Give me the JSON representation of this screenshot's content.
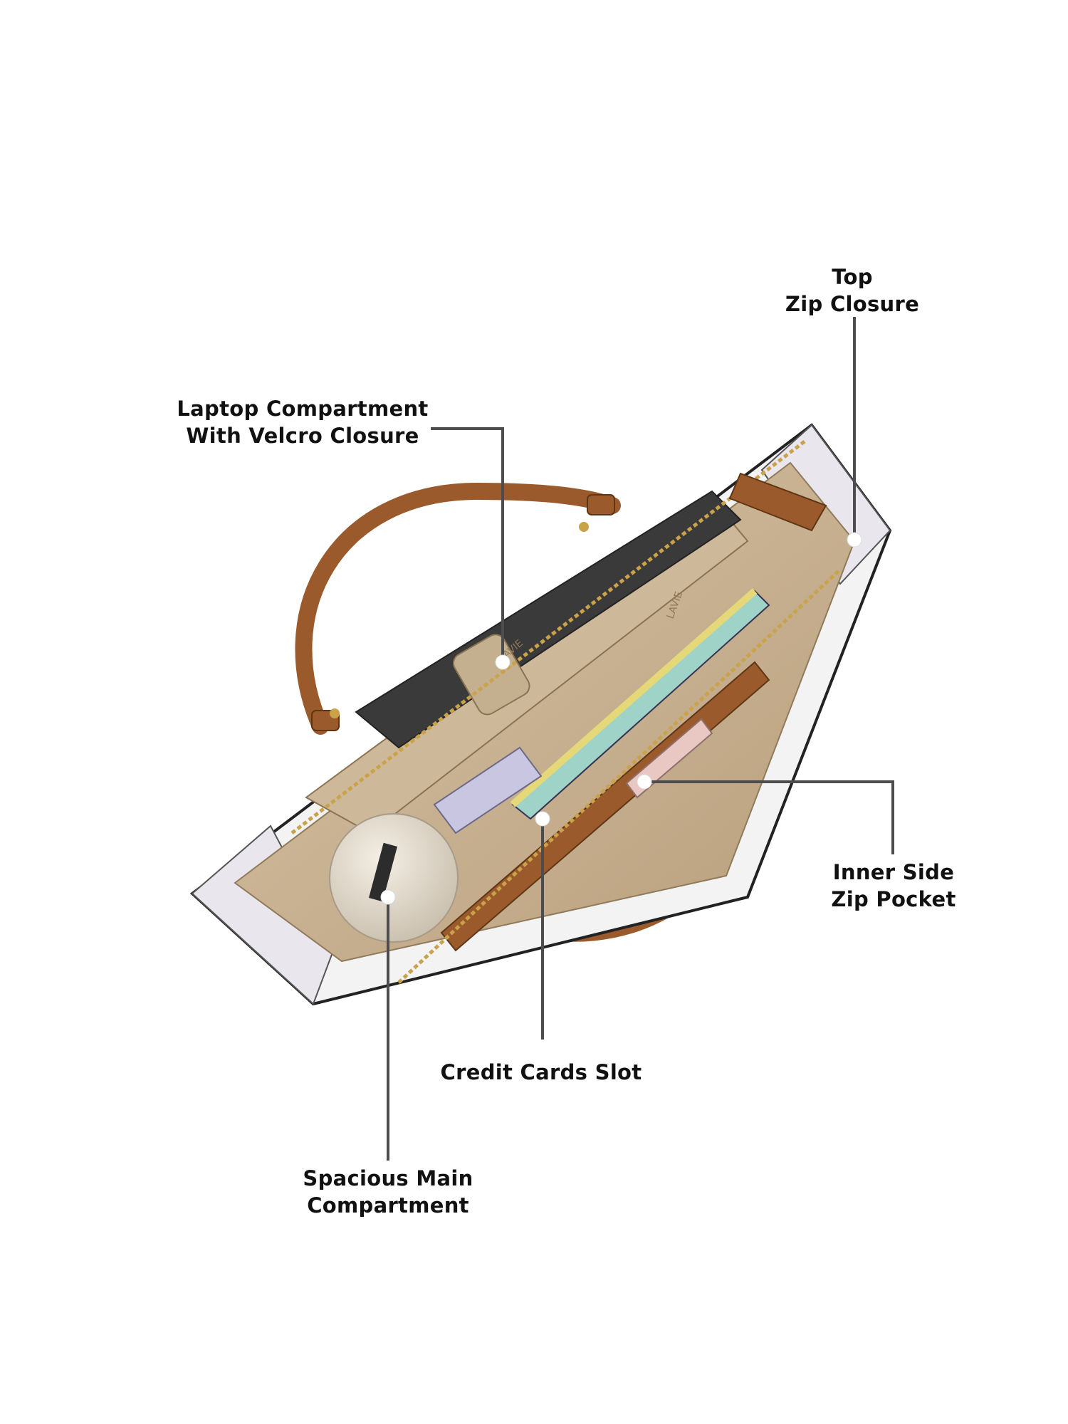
{
  "callouts": {
    "top_zip": {
      "line1": "Top",
      "line2": "Zip Closure"
    },
    "laptop": {
      "line1": "Laptop Compartment",
      "line2": "With Velcro Closure"
    },
    "inner_side_zip": {
      "line1": "Inner Side",
      "line2": "Zip Pocket"
    },
    "credit_cards": {
      "line1": "Credit Cards Slot"
    },
    "main_compartment": {
      "line1": "Spacious Main",
      "line2": "Compartment"
    }
  },
  "brand": {
    "print": "LAVIE"
  },
  "colors": {
    "leader_line": "#4d4d4d",
    "marker_dot": "#ffffff",
    "tan_leather": "#9a5a2c",
    "lining": "#c9b496",
    "outer_white": "#f3f3f3",
    "gold_hardware": "#c9a24a"
  }
}
